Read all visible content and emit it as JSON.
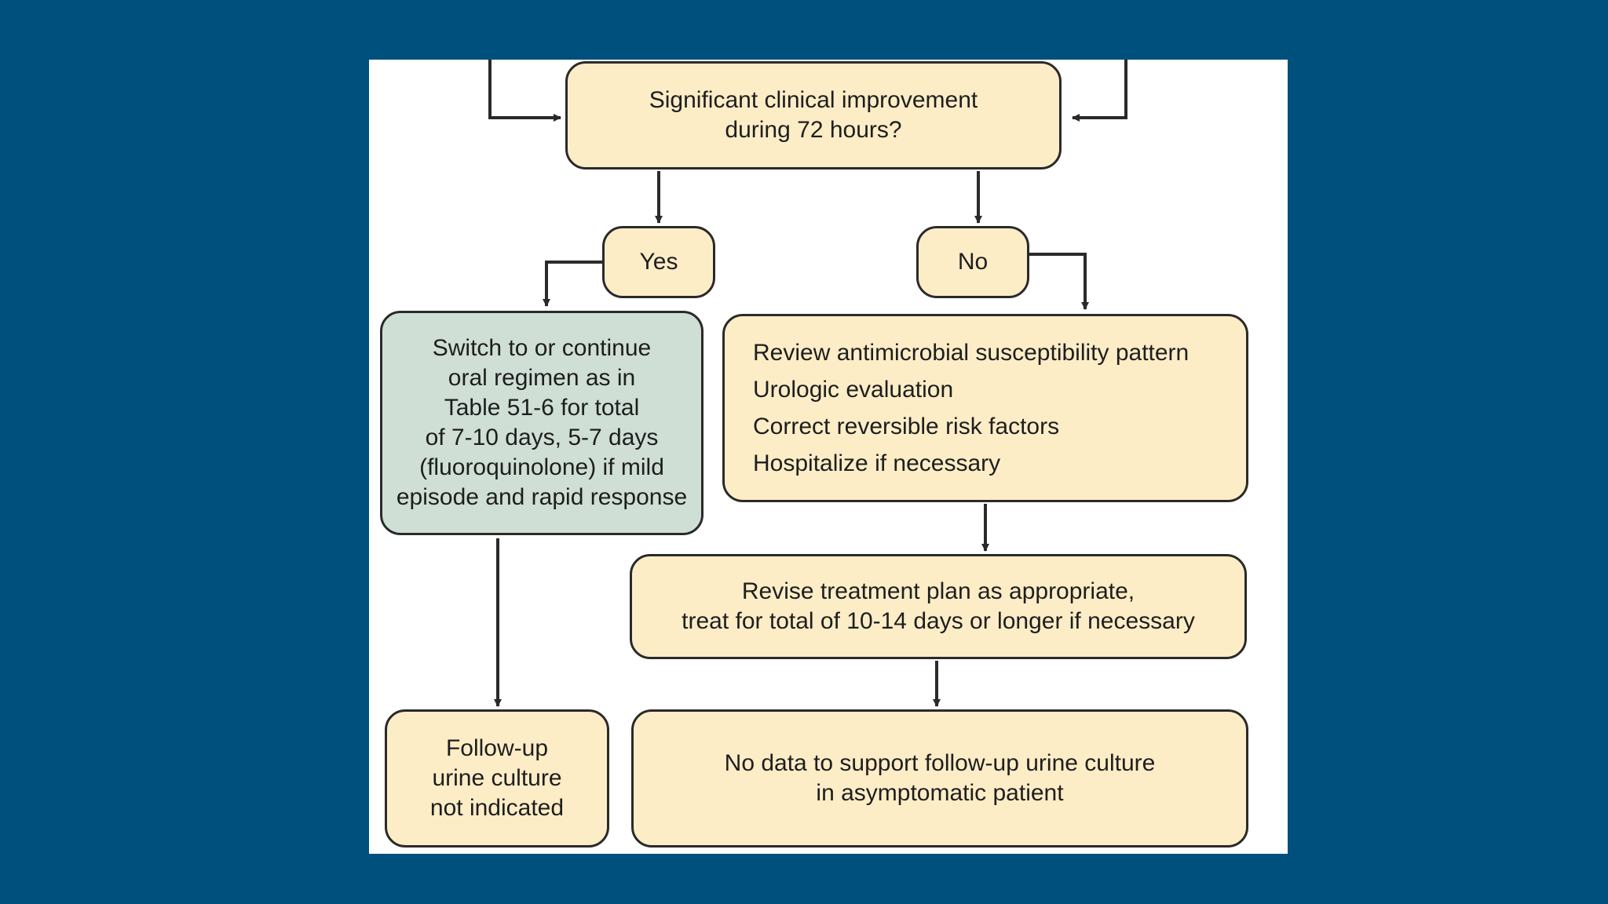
{
  "flowchart": {
    "question": "Significant clinical improvement\nduring 72 hours?",
    "yes": "Yes",
    "no": "No",
    "oral_regimen": "Switch to or continue\noral regimen as in\nTable 51-6 for total\nof 7-10 days, 5-7 days\n(fluoroquinolone) if mild\nepisode and rapid response",
    "review_steps": [
      "Review antimicrobial susceptibility pattern",
      "Urologic evaluation",
      "Correct reversible risk factors",
      "Hospitalize if necessary"
    ],
    "revise_plan": "Revise treatment plan as appropriate,\ntreat for total of 10-14 days or longer if necessary",
    "followup_not_indicated": "Follow-up\nurine culture\nnot indicated",
    "no_data_followup": "No data to support follow-up urine culture\nin asymptomatic patient"
  },
  "colors": {
    "background": "#00507e",
    "panel": "#ffffff",
    "box_fill": "#fdedc7",
    "box_green": "#cfdfd5",
    "stroke": "#2a2a2a"
  }
}
